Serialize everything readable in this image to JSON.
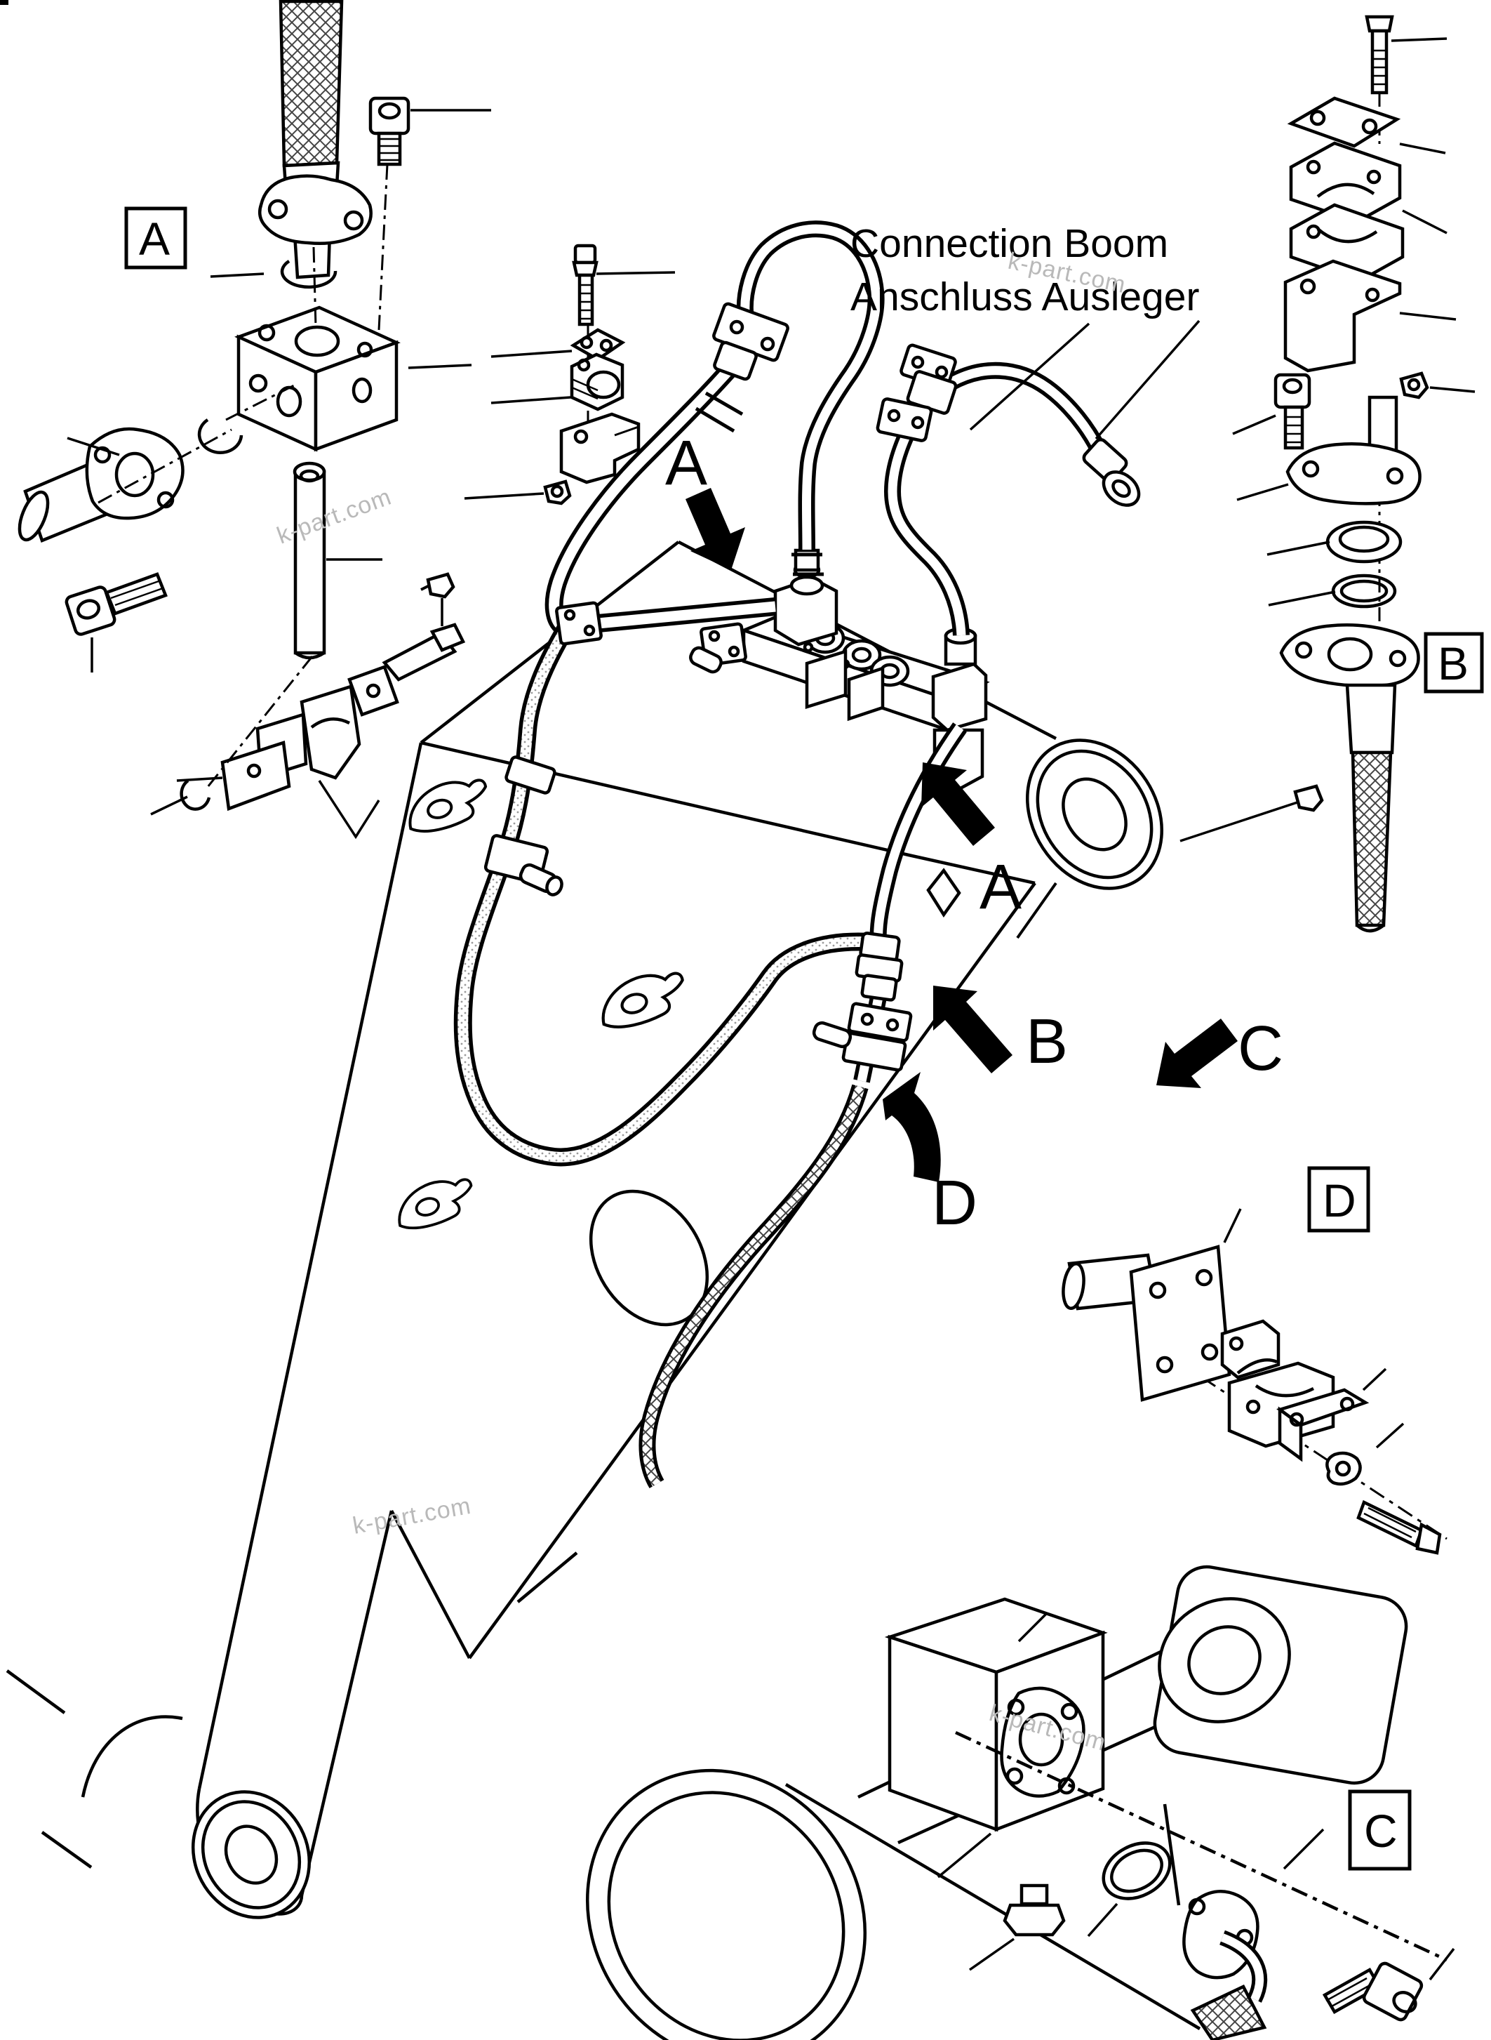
{
  "page": {
    "background": "#ffffff",
    "line_color": "#000000",
    "watermark_color": "#b9b9b9"
  },
  "title_annotation": {
    "line1": "Connection Boom",
    "line2": "Anschluss Ausleger"
  },
  "detail_boxes": [
    {
      "id": "A",
      "label": "A"
    },
    {
      "id": "B",
      "label": "B"
    },
    {
      "id": "C",
      "label": "C"
    },
    {
      "id": "D",
      "label": "D"
    }
  ],
  "arrow_labels": [
    {
      "id": "A1",
      "label": "A"
    },
    {
      "id": "A2",
      "label": "A"
    },
    {
      "id": "B",
      "label": "B"
    },
    {
      "id": "C",
      "label": "C"
    },
    {
      "id": "D",
      "label": "D"
    }
  ],
  "watermarks": [
    {
      "text": "k-part.com"
    },
    {
      "text": "k-part.com"
    },
    {
      "text": "k-part.com"
    },
    {
      "text": "k-part.com"
    }
  ]
}
